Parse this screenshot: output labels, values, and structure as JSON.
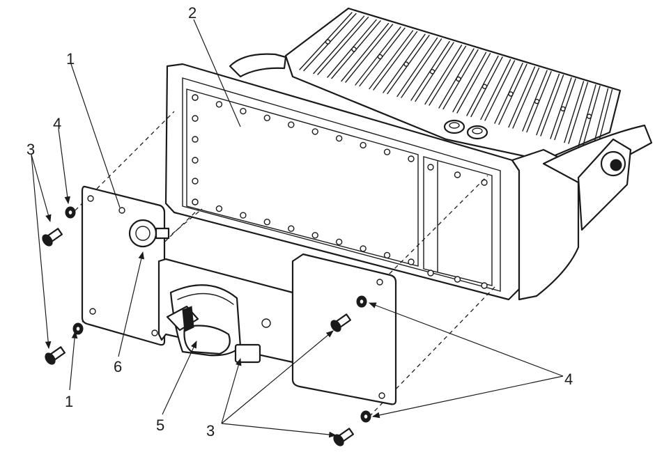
{
  "callouts": {
    "c1_top": "1",
    "c2": "2",
    "c3_left": "3",
    "c4_left": "4",
    "c1_bottom": "1",
    "c6": "6",
    "c5": "5",
    "c3_bottom": "3",
    "c4_right": "4"
  }
}
